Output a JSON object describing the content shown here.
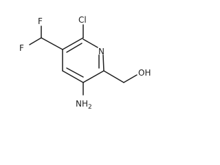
{
  "molecule": {
    "atoms": {
      "fluorine_top": "F",
      "fluorine_bottom": "F",
      "chlorine": "Cl",
      "nitrogen": "N",
      "hydroxyl": "OH",
      "amino": "NH",
      "amino_subscript": "2"
    }
  },
  "colors": {
    "ink": "#1c1c1c",
    "background": "#ffffff"
  }
}
